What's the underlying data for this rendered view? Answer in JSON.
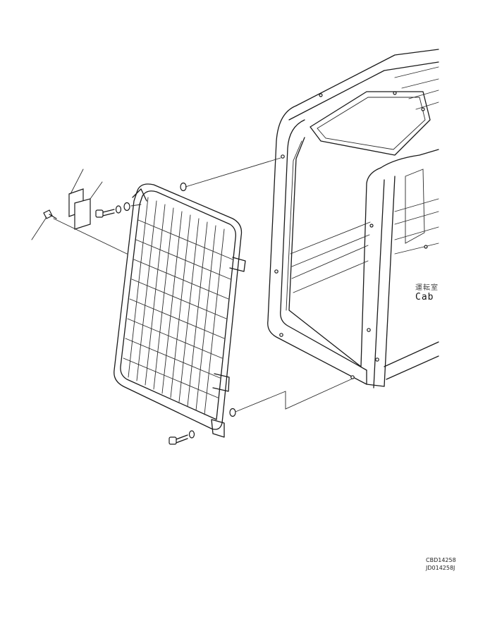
{
  "labels": {
    "cab_jp": "運転室",
    "cab_en": "Cab"
  },
  "codes": {
    "code1": "CBD14258",
    "code2": "JD014258J"
  },
  "colors": {
    "line": "#1a1a1a",
    "background": "#ffffff"
  }
}
